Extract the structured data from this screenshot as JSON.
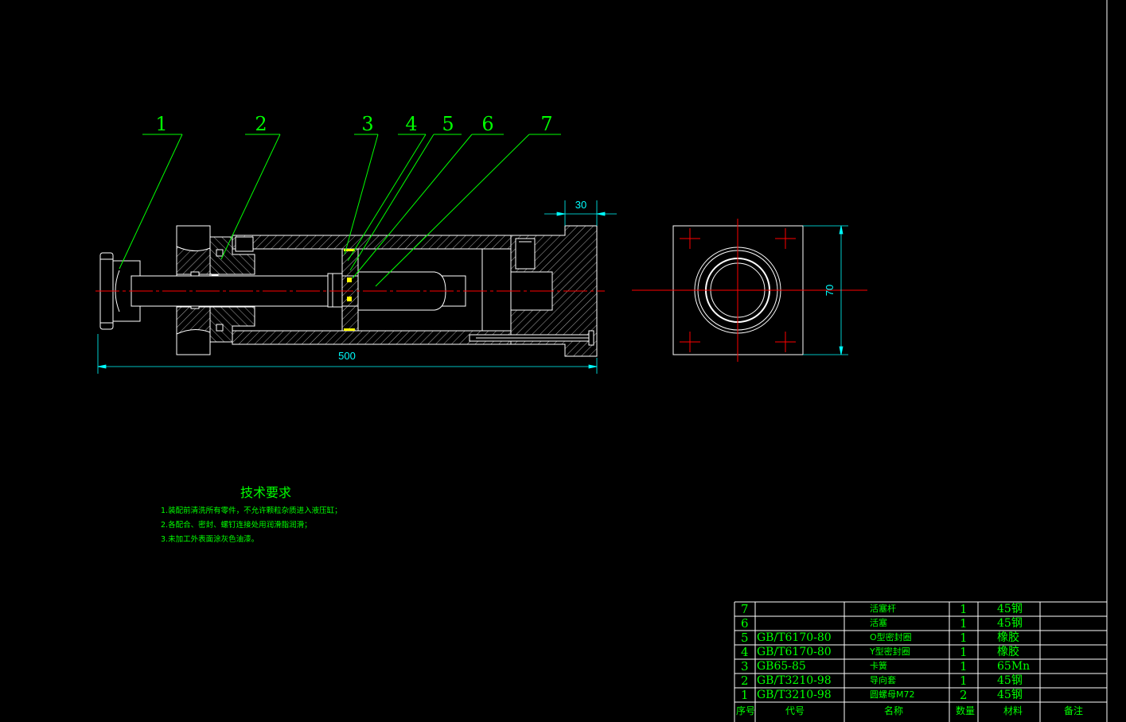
{
  "balloons": [
    "1",
    "2",
    "3",
    "4",
    "5",
    "6",
    "7"
  ],
  "dimensions": {
    "overall_length": "500",
    "rod_protrusion": "30",
    "flange_height": "70"
  },
  "tech_requirements": {
    "title": "技术要求",
    "items": [
      "1.装配前清洗所有零件，不允许颗粒杂质进入液压缸；",
      "2.各配合、密封、螺钉连接处用润滑脂润滑；",
      "3.未加工外表面涂灰色油漆。"
    ]
  },
  "bom": {
    "header": {
      "no": "序号",
      "code": "代号",
      "name": "名称",
      "qty": "数量",
      "material": "材料",
      "remark": "备注"
    },
    "rows": [
      {
        "no": "7",
        "code": "",
        "name": "活塞杆",
        "qty": "1",
        "material": "45钢"
      },
      {
        "no": "6",
        "code": "",
        "name": "活塞",
        "qty": "1",
        "material": "45钢"
      },
      {
        "no": "5",
        "code": "GB/T6170-80",
        "name": "O型密封圈",
        "qty": "1",
        "material": "橡胶"
      },
      {
        "no": "4",
        "code": "GB/T6170-80",
        "name": "Y型密封圈",
        "qty": "1",
        "material": "橡胶"
      },
      {
        "no": "3",
        "code": "GB65-85",
        "name": "卡簧",
        "qty": "1",
        "material": "65Mn"
      },
      {
        "no": "2",
        "code": "GB/T3210-98",
        "name": "导向套",
        "qty": "1",
        "material": "45钢"
      },
      {
        "no": "1",
        "code": "GB/T3210-98",
        "name": "圆螺母M72",
        "qty": "2",
        "material": "45钢"
      }
    ]
  },
  "colors": {
    "geometry": "#ffffff",
    "annotation": "#00ff00",
    "centerline": "#ff0000",
    "dimension": "#00ffff",
    "background": "#000000"
  }
}
